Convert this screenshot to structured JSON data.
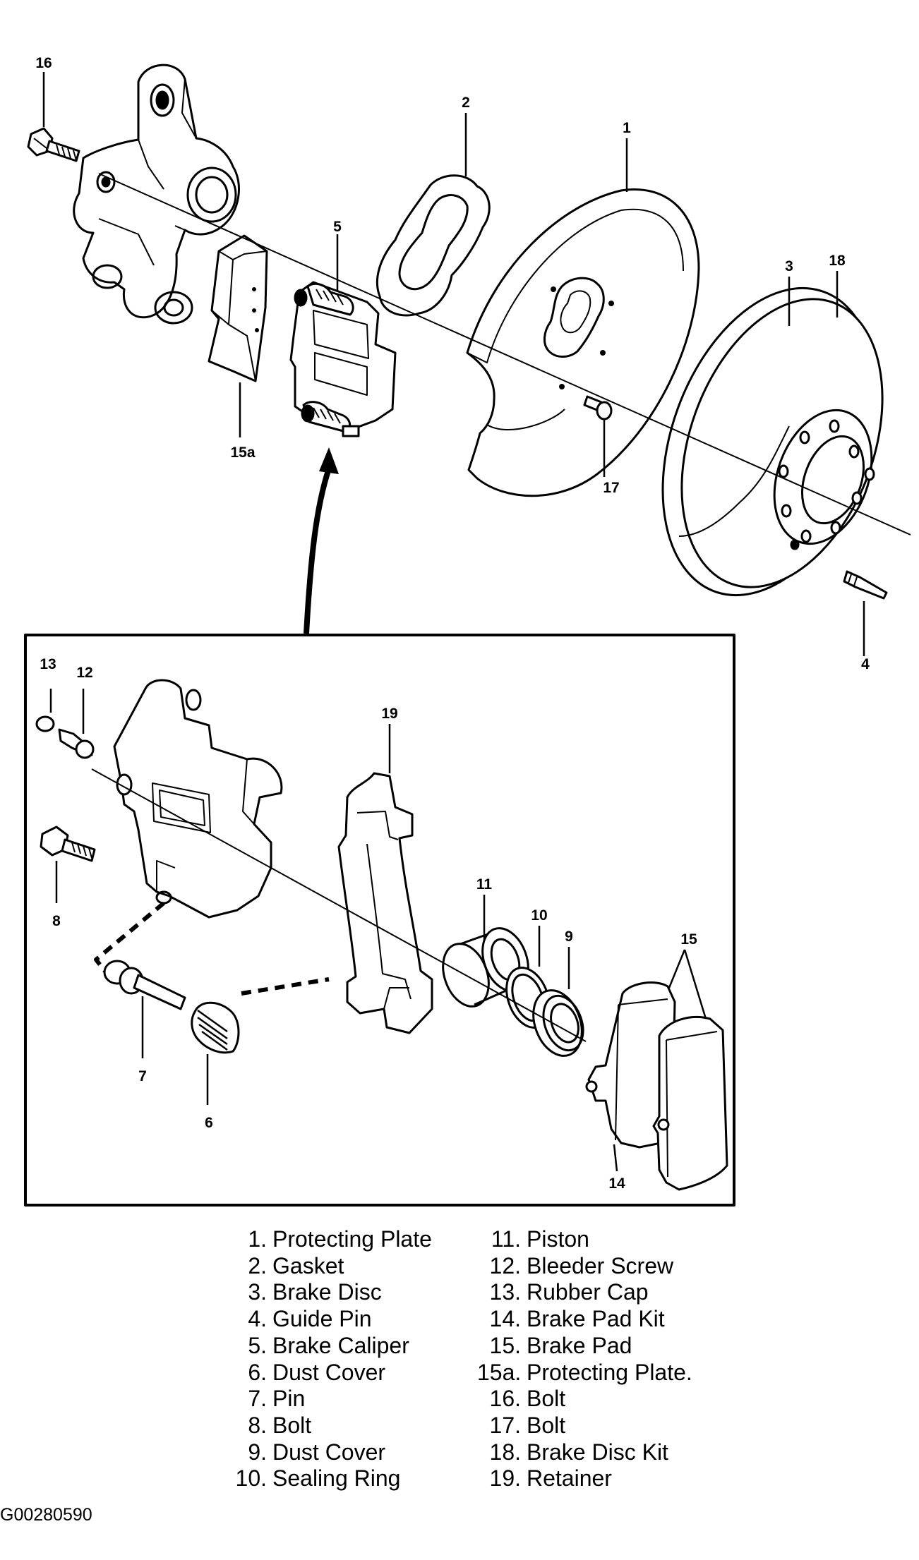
{
  "callouts": {
    "c1": "1",
    "c2": "2",
    "c3": "3",
    "c4": "4",
    "c5": "5",
    "c6": "6",
    "c7": "7",
    "c8": "8",
    "c9": "9",
    "c10": "10",
    "c11": "11",
    "c12": "12",
    "c13": "13",
    "c14": "14",
    "c15": "15",
    "c15a": "15a",
    "c16": "16",
    "c17": "17",
    "c18": "18",
    "c19": "19"
  },
  "legend_left": [
    {
      "num": "1.",
      "label": "Protecting Plate"
    },
    {
      "num": "2.",
      "label": "Gasket"
    },
    {
      "num": "3.",
      "label": "Brake Disc"
    },
    {
      "num": "4.",
      "label": "Guide Pin"
    },
    {
      "num": "5.",
      "label": "Brake Caliper"
    },
    {
      "num": "6.",
      "label": "Dust Cover"
    },
    {
      "num": "7.",
      "label": "Pin"
    },
    {
      "num": "8.",
      "label": "Bolt"
    },
    {
      "num": "9.",
      "label": "Dust Cover"
    },
    {
      "num": "10.",
      "label": "Sealing Ring"
    }
  ],
  "legend_right": [
    {
      "num": "11.",
      "label": "Piston"
    },
    {
      "num": "12.",
      "label": "Bleeder Screw"
    },
    {
      "num": "13.",
      "label": "Rubber Cap"
    },
    {
      "num": "14.",
      "label": "Brake Pad Kit"
    },
    {
      "num": "15.",
      "label": "Brake Pad"
    },
    {
      "num": "15a.",
      "label": "Protecting Plate."
    },
    {
      "num": "16.",
      "label": "Bolt"
    },
    {
      "num": "17.",
      "label": "Bolt"
    },
    {
      "num": "18.",
      "label": "Brake Disc Kit"
    },
    {
      "num": "19.",
      "label": "Retainer"
    }
  ],
  "figure_code": "G00280590"
}
